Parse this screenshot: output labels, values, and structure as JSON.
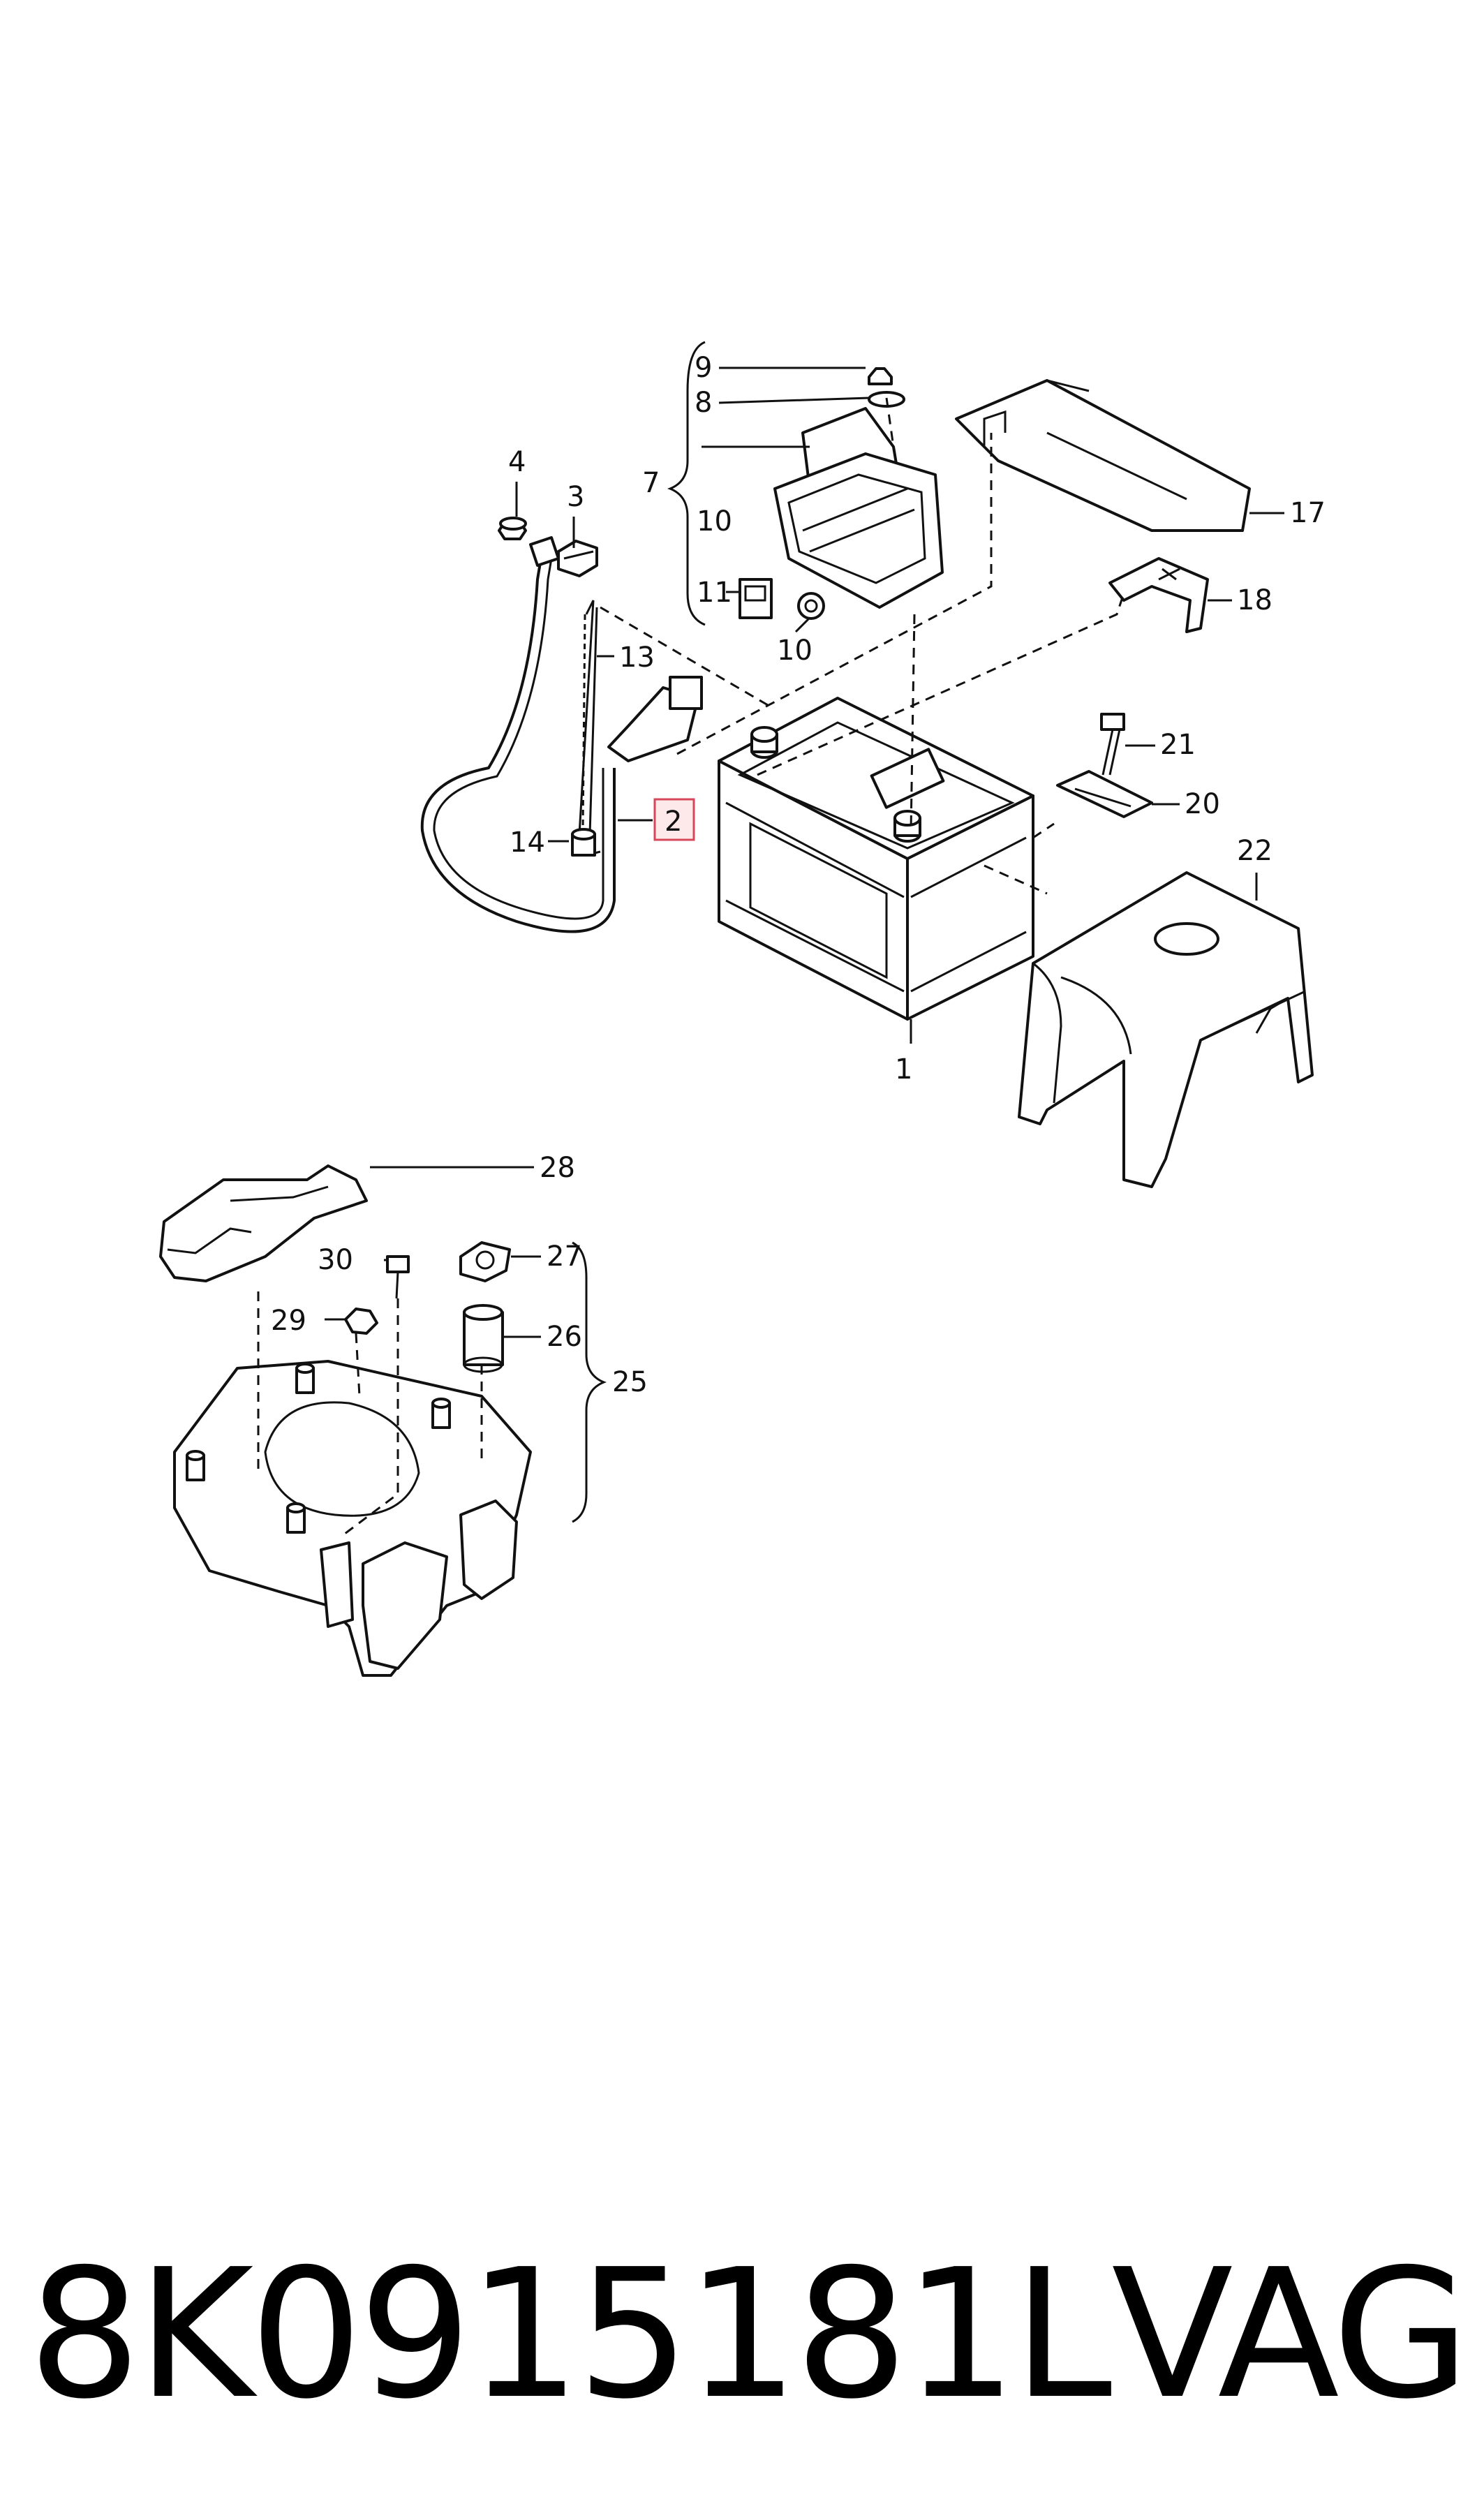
{
  "labels": {
    "l1": "1",
    "l2": "2",
    "l3": "3",
    "l4": "4",
    "l7": "7",
    "l8": "8",
    "l9": "9",
    "l10a": "10",
    "l10b": "10",
    "l11": "11",
    "l13": "13",
    "l14": "14",
    "l17": "17",
    "l18": "18",
    "l20": "20",
    "l21": "21",
    "l22": "22",
    "l25": "25",
    "l26": "26",
    "l27": "27",
    "l28": "28",
    "l29": "29",
    "l30": "30"
  },
  "highlighted_label": "2",
  "footer": {
    "part_number": "8K0915181L",
    "brand": "VAG"
  }
}
